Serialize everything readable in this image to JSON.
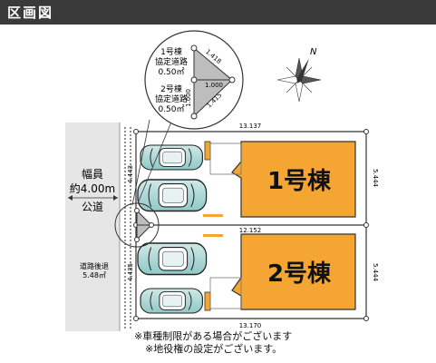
{
  "header": {
    "title": "区画図"
  },
  "inset": {
    "label1_a": "1号棟",
    "label1_b": "協定道路",
    "label1_c": "0.50㎡",
    "label2_a": "2号棟",
    "label2_b": "協定道路",
    "label2_c": "0.50㎡",
    "dim_diag_top": "1.418",
    "dim_horiz": "1.000",
    "dim_vert": "1.000",
    "dim_diag_bottom": "1.415"
  },
  "compass": {
    "north": "N"
  },
  "road": {
    "label_width": "幅員",
    "label_value": "約4.00m",
    "label_type": "公道",
    "setback_label": "道路後退",
    "setback_area": "5.48㎡",
    "dim_upper": "4.443",
    "dim_lower": "4.435"
  },
  "lot1": {
    "name": "1号棟",
    "dim_top": "13.137",
    "dim_side": "5.444",
    "dim_mid": "12.152",
    "color": "#f5a632"
  },
  "lot2": {
    "name": "2号棟",
    "dim_bottom": "13.170",
    "dim_side": "5.444",
    "color": "#f5a632"
  },
  "notes": {
    "line1": "※車種制限がある場合がございます",
    "line2": "※地役権の設定がございます。"
  }
}
